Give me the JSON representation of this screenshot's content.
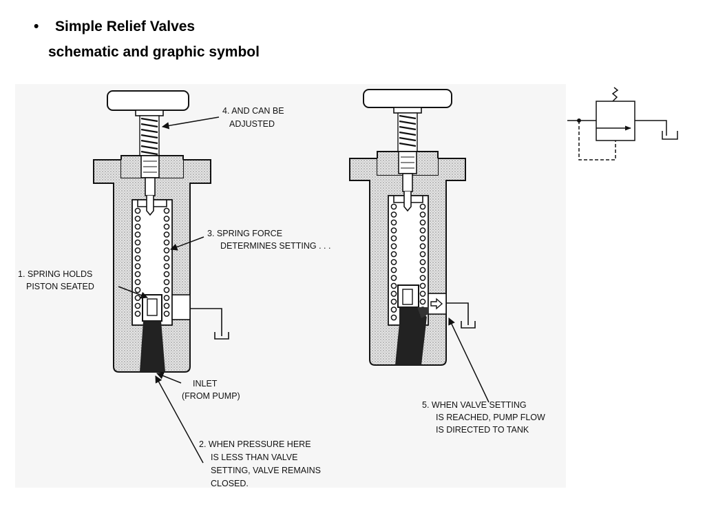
{
  "heading": {
    "bullet": "•",
    "title": "Simple Relief Valves",
    "subtitle": "schematic and graphic symbol"
  },
  "labels": {
    "l4a": "4. AND CAN BE",
    "l4b": "ADJUSTED",
    "l3a": "3.  SPRING FORCE",
    "l3b": "DETERMINES SETTING  . . .",
    "l1a": "1. SPRING HOLDS",
    "l1b": "PISTON SEATED",
    "inlet_a": "INLET",
    "inlet_b": "(FROM PUMP)",
    "l2a": "2.  WHEN PRESSURE HERE",
    "l2b": "IS LESS THAN VALVE",
    "l2c": "SETTING, VALVE REMAINS",
    "l2d": "CLOSED.",
    "l5a": "5.  WHEN VALVE SETTING",
    "l5b": "IS REACHED, PUMP FLOW",
    "l5c": "IS DIRECTED TO TANK"
  },
  "colors": {
    "body_fill": "#d8d8d8",
    "ink": "#111111",
    "piston": "#222222"
  }
}
